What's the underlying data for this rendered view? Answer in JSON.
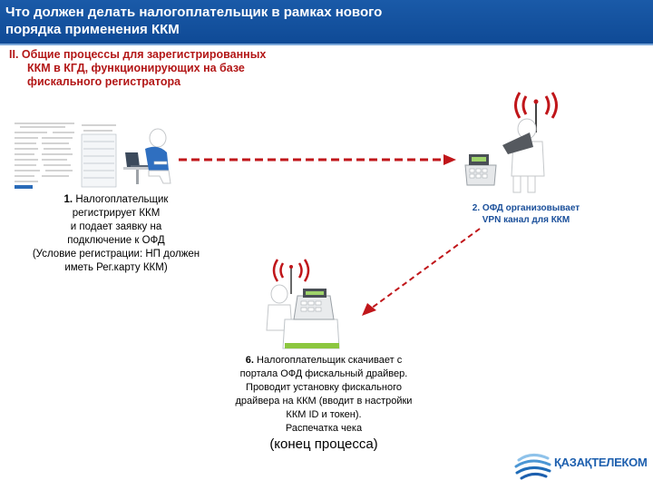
{
  "header": {
    "title_line1": "Что должен делать налогоплательщик в рамках нового",
    "title_line2": "порядка применения ККМ"
  },
  "section": {
    "line1": "II. Общие процессы для зарегистрированных",
    "line2": "ККМ в КГД, функционирующих на базе",
    "line3": "фискального регистратора"
  },
  "step1": {
    "number": "1.",
    "lines": [
      "Налогоплательщик",
      "регистрирует ККМ",
      "и подает заявку на",
      "подключение к ОФД",
      "(Условие регистрации: НП должен",
      "иметь Рег.карту ККМ)"
    ]
  },
  "step2": {
    "lines": [
      "2. ОФД организовывает",
      "VPN канал для ККМ"
    ]
  },
  "step6": {
    "number": "6.",
    "lines": [
      "Налогоплательщик скачивает с",
      "портала ОФД фискальный драйвер.",
      "Проводит установку фискального",
      "драйвера на ККМ (вводит в настройки",
      "ККМ ID и токен).",
      "Распечатка чека"
    ]
  },
  "end_label": "(конец процесса)",
  "logo": {
    "text": "ҚАЗАҚТЕЛЕКОМ"
  },
  "colors": {
    "header": "#1a5aa8",
    "section_title": "#b31717",
    "arrow": "#c0161a",
    "step2_text": "#1a4f9a"
  }
}
